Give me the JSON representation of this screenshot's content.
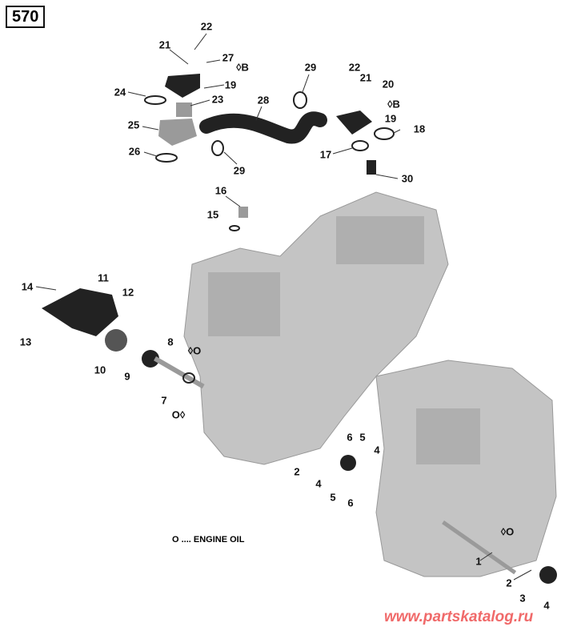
{
  "page_number": "570",
  "legend": "O .... ENGINE OIL",
  "watermark": "www.partskatalog.ru",
  "colors": {
    "watermark": "#f06a6a",
    "part_dark": "#222222",
    "part_grey": "#b8b8b8",
    "leader": "#333333"
  },
  "callouts": [
    "22",
    "21",
    "27",
    "B",
    "19",
    "24",
    "23",
    "28",
    "25",
    "26",
    "29",
    "29",
    "22",
    "21",
    "20",
    "B",
    "19",
    "18",
    "17",
    "30",
    "16",
    "15",
    "14",
    "11",
    "12",
    "13",
    "10",
    "8",
    "O",
    "9",
    "7",
    "O",
    "6",
    "5",
    "4",
    "2",
    "4",
    "5",
    "6",
    "O",
    "1",
    "2",
    "3",
    "4"
  ]
}
